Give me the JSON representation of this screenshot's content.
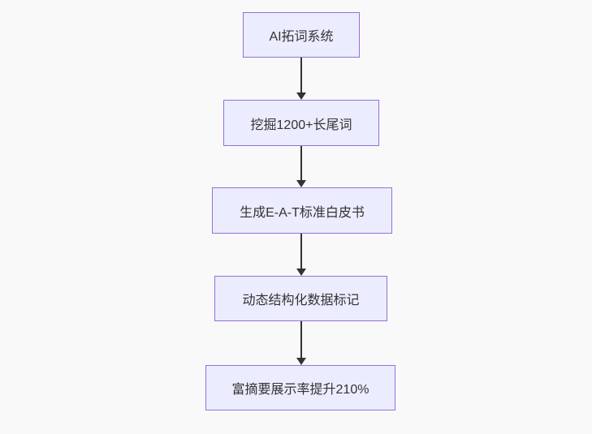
{
  "diagram": {
    "type": "flowchart",
    "direction": "top-down",
    "nodes": [
      {
        "id": "A",
        "label": "AI拓词系统"
      },
      {
        "id": "B",
        "label": "挖掘1200+长尾词"
      },
      {
        "id": "C",
        "label": "生成E-A-T标准白皮书"
      },
      {
        "id": "D",
        "label": "动态结构化数据标记"
      },
      {
        "id": "E",
        "label": "富摘要展示率提升210%"
      }
    ],
    "edges": [
      {
        "from": "A",
        "to": "B"
      },
      {
        "from": "B",
        "to": "C"
      },
      {
        "from": "C",
        "to": "D"
      },
      {
        "from": "D",
        "to": "E"
      }
    ],
    "colors": {
      "node_fill": "#ececff",
      "node_border": "#9370db",
      "text": "#333333",
      "arrow": "#333333",
      "background": "#f9f9f9"
    }
  }
}
